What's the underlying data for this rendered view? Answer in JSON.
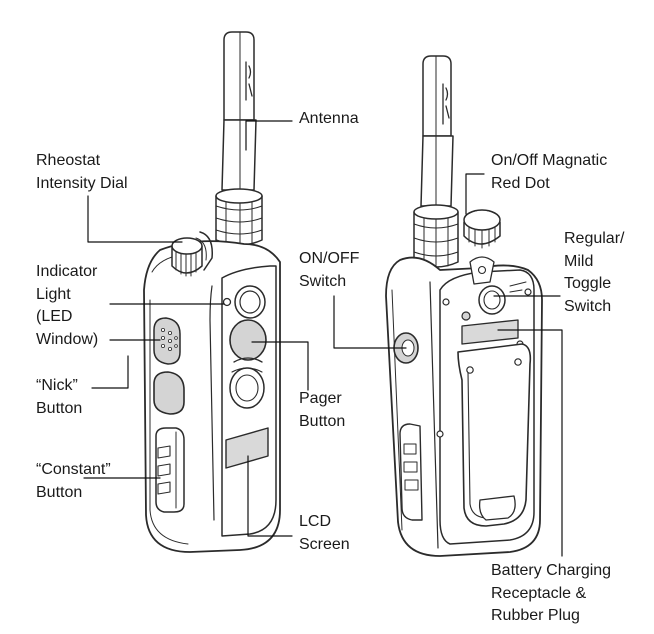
{
  "diagram": {
    "colors": {
      "stroke": "#2b2b2b",
      "fill_body": "#ffffff",
      "fill_button": "#d4d4d4",
      "fill_screen": "#d9d9d9",
      "leader": "#111111"
    },
    "labels": {
      "antenna": [
        "Antenna"
      ],
      "rheostat": [
        "Rheostat",
        "Intensity Dial"
      ],
      "indicator": [
        "Indicator",
        "Light",
        "(LED",
        "Window)"
      ],
      "nick": [
        "“Nick”",
        "Button"
      ],
      "constant": [
        "“Constant”",
        "Button"
      ],
      "onoff_switch": [
        "ON/OFF",
        "Switch"
      ],
      "pager": [
        "Pager",
        "Button"
      ],
      "lcd": [
        "LCD",
        "Screen"
      ],
      "magnetic_dot": [
        "On/Off Magnatic",
        "Red Dot"
      ],
      "toggle": [
        "Regular/",
        "Mild",
        "Toggle",
        "Switch"
      ],
      "battery": [
        "Battery Charging",
        "Receptacle &",
        "Rubber Plug"
      ]
    }
  }
}
